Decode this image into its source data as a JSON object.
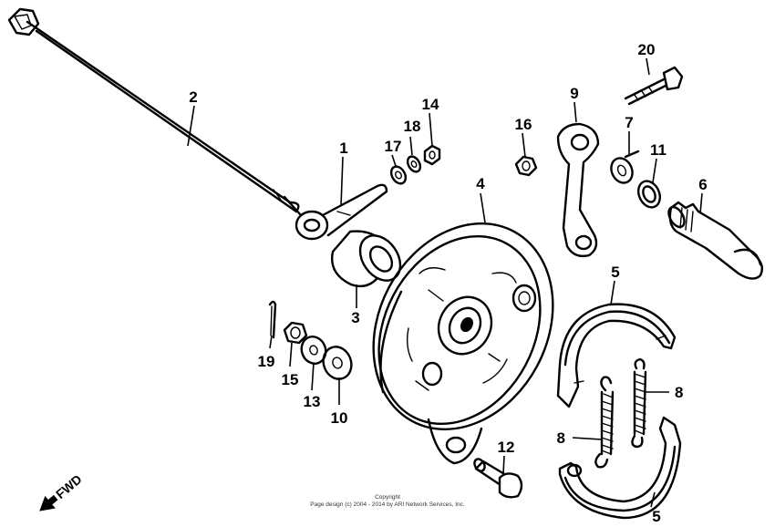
{
  "diagram": {
    "labels": [
      {
        "id": "1",
        "text": "1"
      },
      {
        "id": "2",
        "text": "2"
      },
      {
        "id": "3",
        "text": "3"
      },
      {
        "id": "4",
        "text": "4"
      },
      {
        "id": "5a",
        "text": "5"
      },
      {
        "id": "5b",
        "text": "5"
      },
      {
        "id": "6",
        "text": "6"
      },
      {
        "id": "7",
        "text": "7"
      },
      {
        "id": "8a",
        "text": "8"
      },
      {
        "id": "8b",
        "text": "8"
      },
      {
        "id": "9",
        "text": "9"
      },
      {
        "id": "10",
        "text": "10"
      },
      {
        "id": "11",
        "text": "11"
      },
      {
        "id": "12",
        "text": "12"
      },
      {
        "id": "13",
        "text": "13"
      },
      {
        "id": "14",
        "text": "14"
      },
      {
        "id": "15",
        "text": "15"
      },
      {
        "id": "16",
        "text": "16"
      },
      {
        "id": "17",
        "text": "17"
      },
      {
        "id": "18",
        "text": "18"
      },
      {
        "id": "19",
        "text": "19"
      },
      {
        "id": "20",
        "text": "20"
      }
    ],
    "direction_label": "FWD",
    "copyright_line1": "Copyright",
    "copyright_line2": "Page design (c) 2004 - 2014 by ARI Network Services, Inc."
  }
}
